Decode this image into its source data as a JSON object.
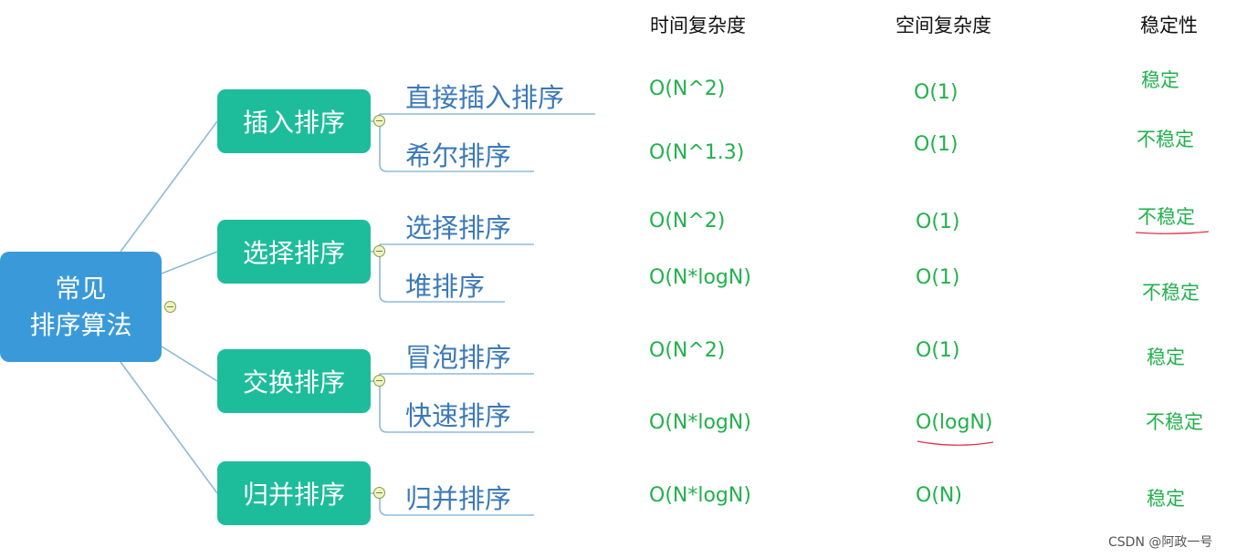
{
  "root": {
    "line1": "常见",
    "line2": "排序算法"
  },
  "categories": [
    {
      "label": "插入排序",
      "leaves": [
        "直接插入排序",
        "希尔排序"
      ]
    },
    {
      "label": "选择排序",
      "leaves": [
        "选择排序",
        "堆排序"
      ]
    },
    {
      "label": "交换排序",
      "leaves": [
        "冒泡排序",
        "快速排序"
      ]
    },
    {
      "label": "归并排序",
      "leaves": [
        "归并排序"
      ]
    }
  ],
  "columns": {
    "time": "时间复杂度",
    "space": "空间复杂度",
    "stability": "稳定性"
  },
  "rows": [
    {
      "time": "O(N^2)",
      "space": "O(1)",
      "stability": "稳定"
    },
    {
      "time": "O(N^1.3)",
      "space": "O(1)",
      "stability": "不稳定"
    },
    {
      "time": "O(N^2)",
      "space": "O(1)",
      "stability": "不稳定"
    },
    {
      "time": "O(N*logN)",
      "space": "O(1)",
      "stability": "不稳定"
    },
    {
      "time": "O(N^2)",
      "space": "O(1)",
      "stability": "稳定"
    },
    {
      "time": "O(N*logN)",
      "space": "O(logN)",
      "stability": "不稳定"
    },
    {
      "time": "O(N*logN)",
      "space": "O(N)",
      "stability": "稳定"
    }
  ],
  "colors": {
    "root": "#3a9ad9",
    "category": "#1dbd9b",
    "leaf_text": "#3b79b8",
    "value_text": "#22b14c",
    "annotation": "#e0304a"
  },
  "watermark": "CSDN @阿政一号"
}
